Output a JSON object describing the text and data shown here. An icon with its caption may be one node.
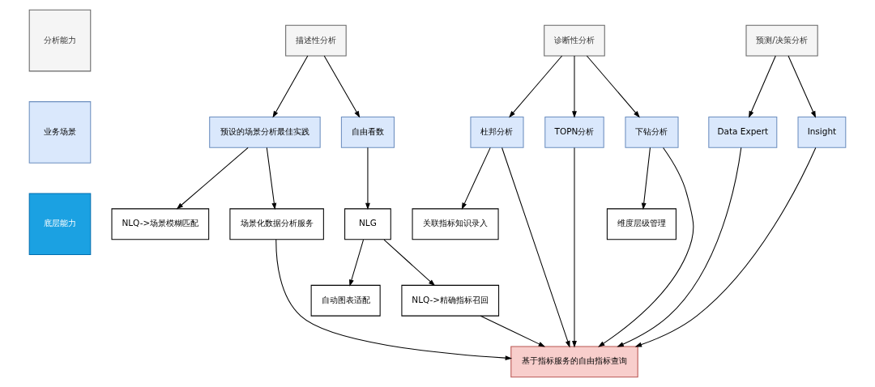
{
  "diagram": {
    "nodes": [
      {
        "text": [
          "分析能力"
        ]
      },
      {
        "text": [
          "业务场景"
        ]
      },
      {
        "text": [
          "底层能力"
        ]
      },
      {
        "text": [
          "描述性分析"
        ]
      },
      {
        "text": [
          "诊断性分析"
        ]
      },
      {
        "text": [
          "预测/决策分析"
        ]
      },
      {
        "text": [
          "预设的场景分析最佳实践"
        ]
      },
      {
        "text": [
          "自由看数"
        ]
      },
      {
        "text": [
          "杜邦分析"
        ]
      },
      {
        "text": [
          "TOPN分析"
        ]
      },
      {
        "text": [
          "下钻分析"
        ]
      },
      {
        "text": [
          "Data Expert"
        ]
      },
      {
        "text": [
          "Insight"
        ]
      },
      {
        "text": [
          "NLQ->场景模糊匹配"
        ]
      },
      {
        "text": [
          "场景化数据分析服务"
        ]
      },
      {
        "text": [
          "NLG"
        ]
      },
      {
        "text": [
          "关联指标知识录入"
        ]
      },
      {
        "text": [
          "维度层级管理"
        ]
      },
      {
        "text": [
          "自动图表适配"
        ]
      },
      {
        "text": [
          "NLQ->精确指标召回"
        ]
      },
      {
        "text": [
          "基于指标服务的自由指标查询"
        ]
      }
    ],
    "edges": [
      {
        "from": 3,
        "to": 6,
        "arrow": "to"
      },
      {
        "from": 3,
        "to": 7,
        "arrow": "to"
      },
      {
        "from": 4,
        "to": 8,
        "arrow": "to"
      },
      {
        "from": 4,
        "to": 9,
        "arrow": "to"
      },
      {
        "from": 4,
        "to": 10,
        "arrow": "to"
      },
      {
        "from": 5,
        "to": 11,
        "arrow": "to"
      },
      {
        "from": 5,
        "to": 12,
        "arrow": "to"
      },
      {
        "from": 6,
        "to": 13,
        "arrow": "to"
      },
      {
        "from": 6,
        "to": 14,
        "arrow": "to"
      },
      {
        "from": 7,
        "to": 15,
        "arrow": "to"
      },
      {
        "from": 8,
        "to": 16,
        "arrow": "to"
      },
      {
        "from": 10,
        "to": 17,
        "arrow": "to"
      },
      {
        "from": 15,
        "to": 18,
        "arrow": "to"
      },
      {
        "from": 15,
        "to": 19,
        "arrow": "to"
      },
      {
        "from": 14,
        "to": 20,
        "arrow": "to"
      },
      {
        "from": 19,
        "to": 20,
        "arrow": "to"
      },
      {
        "from": 8,
        "to": 20,
        "arrow": "to"
      },
      {
        "from": 9,
        "to": 20,
        "arrow": "to"
      },
      {
        "from": 10,
        "to": 20,
        "arrow": "to"
      },
      {
        "from": 11,
        "to": 20,
        "arrow": "to"
      },
      {
        "from": 12,
        "to": 20,
        "arrow": "to"
      }
    ]
  }
}
